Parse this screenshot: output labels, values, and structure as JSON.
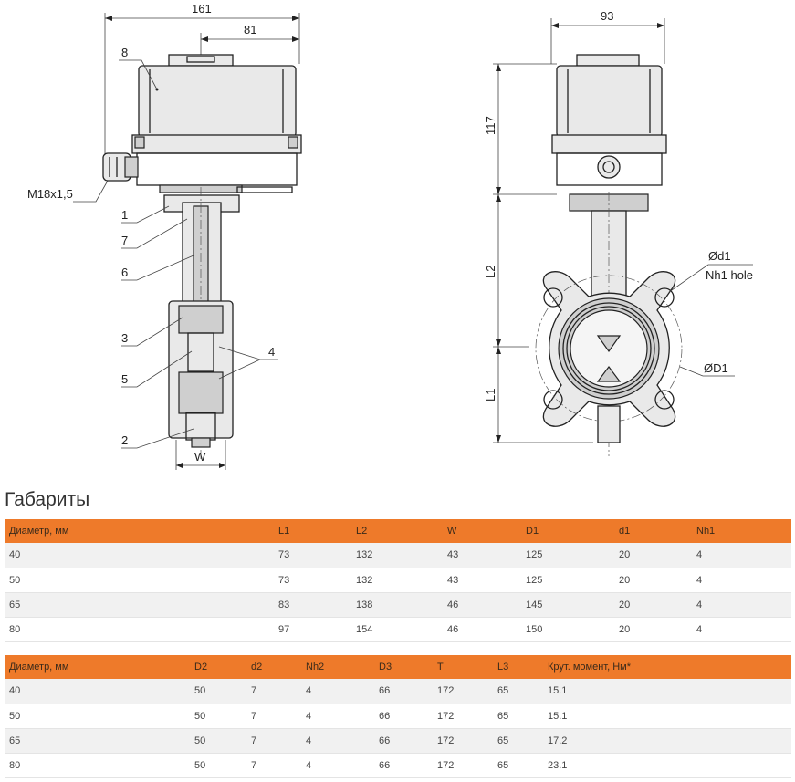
{
  "drawing": {
    "dims": {
      "width_total": "161",
      "width_half": "81",
      "width_side": "93",
      "height_top": "117",
      "thread": "M18x1,5",
      "L1": "L1",
      "L2": "L2",
      "W": "W",
      "d1": "Ød1",
      "nh1": "Nh1 hole",
      "D1": "ØD1"
    },
    "callouts": [
      "8",
      "1",
      "7",
      "6",
      "3",
      "5",
      "2",
      "4"
    ]
  },
  "section_title": "Габариты",
  "table1": {
    "headers": [
      "Диаметр, мм",
      "L1",
      "L2",
      "W",
      "D1",
      "d1",
      "Nh1"
    ],
    "rows": [
      [
        "40",
        "73",
        "132",
        "43",
        "125",
        "20",
        "4"
      ],
      [
        "50",
        "73",
        "132",
        "43",
        "125",
        "20",
        "4"
      ],
      [
        "65",
        "83",
        "138",
        "46",
        "145",
        "20",
        "4"
      ],
      [
        "80",
        "97",
        "154",
        "46",
        "150",
        "20",
        "4"
      ]
    ]
  },
  "table2": {
    "headers": [
      "Диаметр, мм",
      "D2",
      "d2",
      "Nh2",
      "D3",
      "T",
      "L3",
      "Крут. момент, Нм*"
    ],
    "rows": [
      [
        "40",
        "50",
        "7",
        "4",
        "66",
        "172",
        "65",
        "15.1"
      ],
      [
        "50",
        "50",
        "7",
        "4",
        "66",
        "172",
        "65",
        "15.1"
      ],
      [
        "65",
        "50",
        "7",
        "4",
        "66",
        "172",
        "65",
        "17.2"
      ],
      [
        "80",
        "50",
        "7",
        "4",
        "66",
        "172",
        "65",
        "23.1"
      ]
    ]
  }
}
